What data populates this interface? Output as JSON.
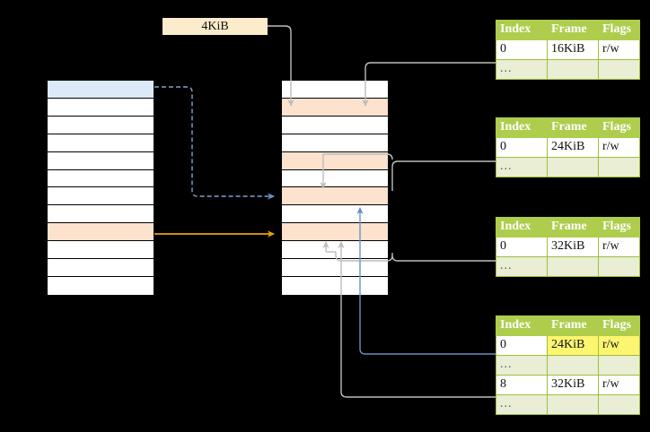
{
  "diagram": {
    "title": "multi-level-page-table-walk",
    "size_label": {
      "text": "4KiB"
    }
  },
  "colors": {
    "header_green": "#aecd4d",
    "ellipsis_row": "#e9eed5",
    "highlight_yellow": "#fcf570",
    "virtual_page_blue": "#dce9f9",
    "mapped_peach": "#fde2ce",
    "orange_arrow": "#e8a400",
    "blue_arrow": "#6b8fc4",
    "gray_arrow": "#bdbdbd",
    "label_cream": "#fdeccb"
  },
  "left_table": {
    "name": "virtual-address-space",
    "row_count": 12,
    "rows": [
      {
        "fill": "blue",
        "label": ""
      },
      {
        "fill": "white",
        "label": ""
      },
      {
        "fill": "white",
        "label": ""
      },
      {
        "fill": "white",
        "label": ""
      },
      {
        "fill": "white",
        "label": ""
      },
      {
        "fill": "white",
        "label": ""
      },
      {
        "fill": "white",
        "label": ""
      },
      {
        "fill": "white",
        "label": ""
      },
      {
        "fill": "peach",
        "label": ""
      },
      {
        "fill": "white",
        "label": ""
      },
      {
        "fill": "white",
        "label": ""
      },
      {
        "fill": "white",
        "label": ""
      }
    ]
  },
  "middle_table": {
    "name": "physical-memory",
    "row_count": 12,
    "rows": [
      {
        "fill": "white",
        "label": ""
      },
      {
        "fill": "peach",
        "label": ""
      },
      {
        "fill": "white",
        "label": ""
      },
      {
        "fill": "white",
        "label": ""
      },
      {
        "fill": "peach",
        "label": ""
      },
      {
        "fill": "white",
        "label": ""
      },
      {
        "fill": "peach",
        "label": ""
      },
      {
        "fill": "white",
        "label": ""
      },
      {
        "fill": "peach",
        "label": ""
      },
      {
        "fill": "white",
        "label": ""
      },
      {
        "fill": "white",
        "label": ""
      },
      {
        "fill": "white",
        "label": ""
      }
    ]
  },
  "page_tables": [
    {
      "name": "page-table-level-1",
      "headers": [
        "Index",
        "Frame",
        "Flags"
      ],
      "rows": [
        {
          "cells": [
            "0",
            "16KiB",
            "r/w"
          ],
          "style": "normal",
          "highlight": []
        },
        {
          "cells": [
            "...",
            "",
            ""
          ],
          "style": "ellipsis",
          "highlight": []
        }
      ]
    },
    {
      "name": "page-table-level-2",
      "headers": [
        "Index",
        "Frame",
        "Flags"
      ],
      "rows": [
        {
          "cells": [
            "0",
            "24KiB",
            "r/w"
          ],
          "style": "normal",
          "highlight": []
        },
        {
          "cells": [
            "...",
            "",
            ""
          ],
          "style": "ellipsis",
          "highlight": []
        }
      ]
    },
    {
      "name": "page-table-level-3",
      "headers": [
        "Index",
        "Frame",
        "Flags"
      ],
      "rows": [
        {
          "cells": [
            "0",
            "32KiB",
            "r/w"
          ],
          "style": "normal",
          "highlight": []
        },
        {
          "cells": [
            "...",
            "",
            ""
          ],
          "style": "ellipsis",
          "highlight": []
        }
      ]
    },
    {
      "name": "page-table-level-4",
      "headers": [
        "Index",
        "Frame",
        "Flags"
      ],
      "rows": [
        {
          "cells": [
            "0",
            "24KiB",
            "r/w"
          ],
          "style": "normal",
          "highlight": [
            1,
            2
          ]
        },
        {
          "cells": [
            "...",
            "",
            ""
          ],
          "style": "ellipsis",
          "highlight": []
        },
        {
          "cells": [
            "8",
            "32KiB",
            "r/w"
          ],
          "style": "normal",
          "highlight": []
        },
        {
          "cells": [
            "...",
            "",
            ""
          ],
          "style": "ellipsis",
          "highlight": []
        }
      ]
    }
  ]
}
